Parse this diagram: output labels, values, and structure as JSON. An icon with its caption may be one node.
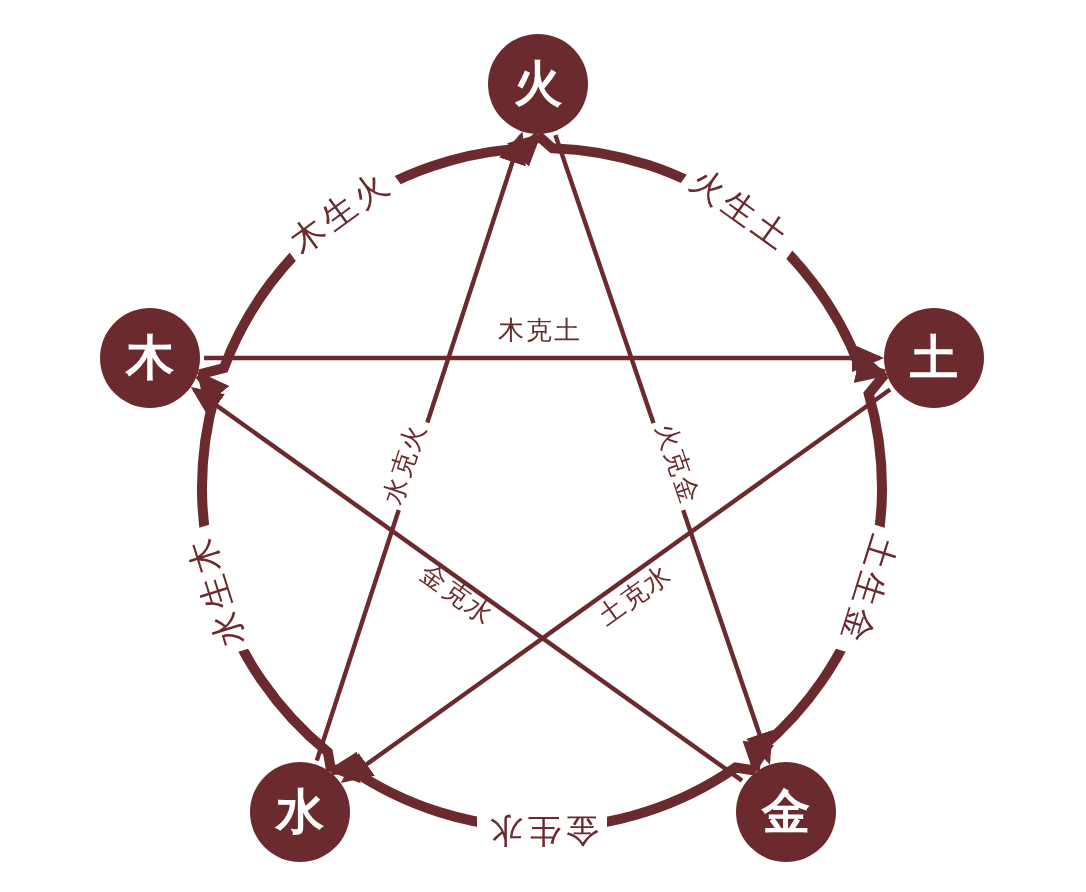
{
  "diagram": {
    "nodes": [
      {
        "text": [
          "火"
        ]
      },
      {
        "text": [
          "木"
        ]
      },
      {
        "text": [
          "土"
        ]
      },
      {
        "text": [
          "水"
        ]
      },
      {
        "text": [
          "金"
        ]
      }
    ],
    "edges": [
      {
        "from": 1,
        "to": 0,
        "arrow": "to",
        "label": "木生火",
        "style": "thick"
      },
      {
        "from": 0,
        "to": 2,
        "arrow": "to",
        "label": "火生土",
        "style": "thick"
      },
      {
        "from": 2,
        "to": 4,
        "arrow": "to",
        "label": "土生金",
        "style": "thick"
      },
      {
        "from": 4,
        "to": 3,
        "arrow": "to",
        "label": "金生水",
        "style": "thick"
      },
      {
        "from": 3,
        "to": 1,
        "arrow": "to",
        "label": "水生木",
        "style": "thick"
      },
      {
        "from": 1,
        "to": 2,
        "arrow": "to",
        "label": "木克土"
      },
      {
        "from": 3,
        "to": 0,
        "arrow": "to",
        "label": "水克火"
      },
      {
        "from": 0,
        "to": 4,
        "arrow": "to",
        "label": "火克金"
      },
      {
        "from": 4,
        "to": 1,
        "arrow": "to",
        "label": "金克水"
      },
      {
        "from": 2,
        "to": 3,
        "arrow": "to",
        "label": "土克水"
      }
    ]
  }
}
